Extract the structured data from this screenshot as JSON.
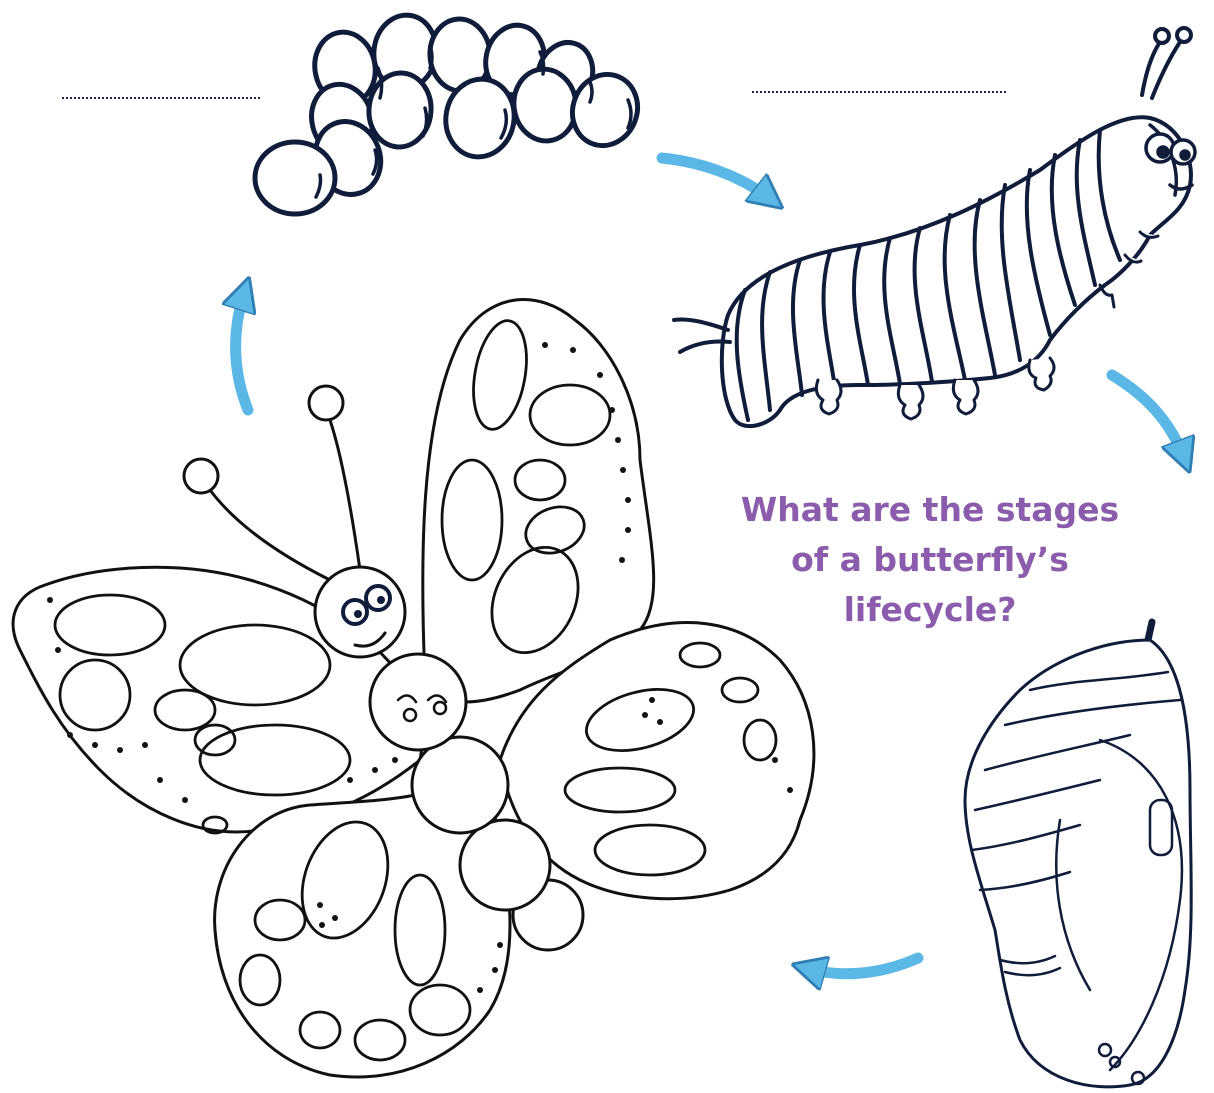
{
  "question": {
    "lines": [
      "What are the stages",
      "of a butterfly’s",
      "lifecycle?"
    ]
  },
  "colors": {
    "outline": "#0f1d3a",
    "arrow": "#5bb8e6",
    "arrow_stroke": "#2f7fb5",
    "question_text": "#8a5cab",
    "answer_line": "#1a2550"
  },
  "stages": [
    {
      "name": "eggs-illustration",
      "answer_blank": true
    },
    {
      "name": "caterpillar-illustration",
      "answer_blank": true
    },
    {
      "name": "chrysalis-illustration",
      "answer_blank": false
    },
    {
      "name": "butterfly-illustration",
      "answer_blank": false
    }
  ],
  "arrows": [
    "arrow-eggs-to-caterpillar",
    "arrow-caterpillar-to-chrysalis",
    "arrow-chrysalis-to-butterfly",
    "arrow-butterfly-to-eggs"
  ]
}
